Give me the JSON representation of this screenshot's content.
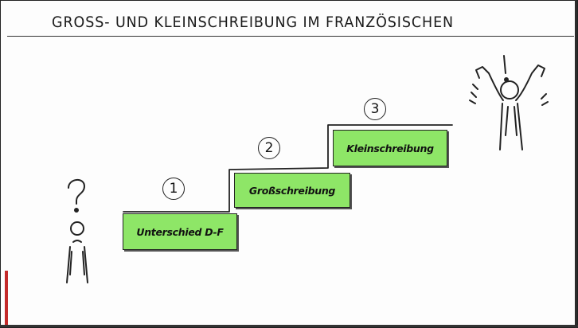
{
  "title": "GROSS- UND KLEINSCHREIBUNG IM FRANZÖSISCHEN",
  "steps": [
    {
      "number": "1",
      "label": "Unterschied D-F"
    },
    {
      "number": "2",
      "label": "Großschreibung"
    },
    {
      "number": "3",
      "label": "Kleinschreibung"
    }
  ],
  "icons": {
    "confused": "person-question-icon",
    "happy": "person-cheering-icon"
  },
  "colors": {
    "step_fill": "#8ee667",
    "ink": "#222222",
    "accent": "#c42a2a"
  }
}
